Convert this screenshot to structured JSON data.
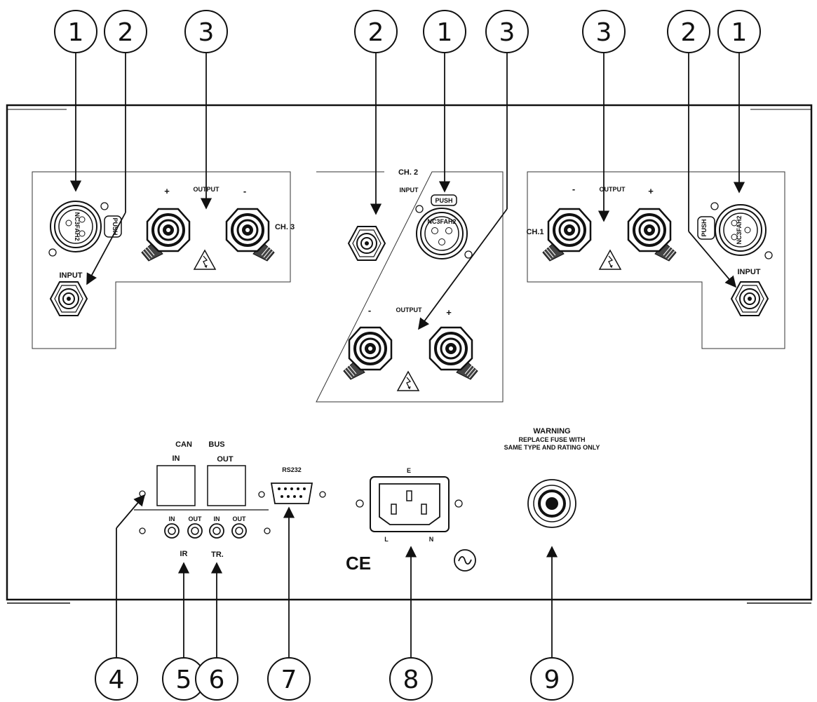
{
  "callouts": [
    "1",
    "2",
    "3",
    "4",
    "5",
    "6",
    "7",
    "8",
    "9"
  ],
  "panels": {
    "ch3": {
      "channel": "CH. 3",
      "output": "OUTPUT",
      "input": "INPUT",
      "plus": "+",
      "minus": "-",
      "xlr": "NC3FAH2",
      "push": "PUSH"
    },
    "ch2": {
      "channel": "CH. 2",
      "output": "OUTPUT",
      "input": "INPUT",
      "plus": "+",
      "minus": "-",
      "xlr": "NC3FAH2",
      "push": "PUSH"
    },
    "ch1": {
      "channel": "CH.1",
      "output": "OUTPUT",
      "input": "INPUT",
      "plus": "+",
      "minus": "-",
      "xlr": "NC3FAH2",
      "push": "PUSH"
    }
  },
  "can_bus": {
    "can": "CAN",
    "bus": "BUS",
    "in": "IN",
    "out": "OUT"
  },
  "ir_tr": {
    "in1": "IN",
    "out1": "OUT",
    "in2": "IN",
    "out2": "OUT",
    "ir": "IR",
    "tr": "TR."
  },
  "rs232": "RS232",
  "power": {
    "e": "E",
    "l": "L",
    "n": "N",
    "ce": "CE"
  },
  "warning": {
    "title": "WARNING",
    "line1": "REPLACE FUSE WITH",
    "line2": "SAME TYPE AND RATING ONLY"
  }
}
